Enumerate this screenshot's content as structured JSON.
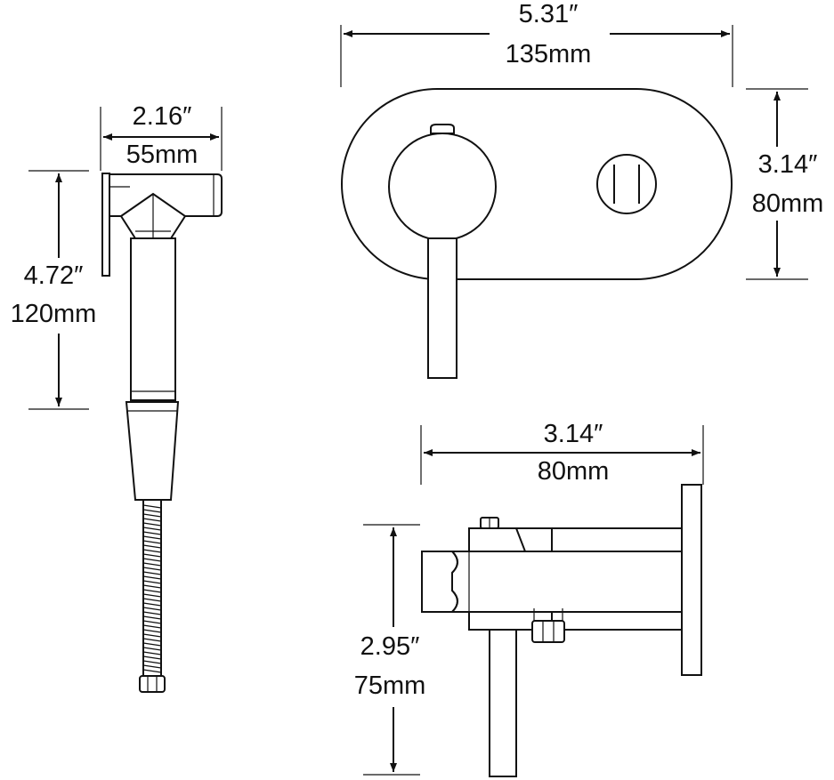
{
  "sprayer_dimensions": {
    "width_in": "2.16″",
    "width_mm": "55mm",
    "height_in": "4.72″",
    "height_mm": "120mm"
  },
  "plate_dimensions": {
    "width_in": "5.31″",
    "width_mm": "135mm",
    "height_in": "3.14″",
    "height_mm": "80mm"
  },
  "side_dimensions": {
    "depth_in": "3.14″",
    "depth_mm": "80mm",
    "lever_in": "2.95″",
    "lever_mm": "75mm"
  },
  "colors": {
    "line": "#111111",
    "background": "#ffffff"
  }
}
